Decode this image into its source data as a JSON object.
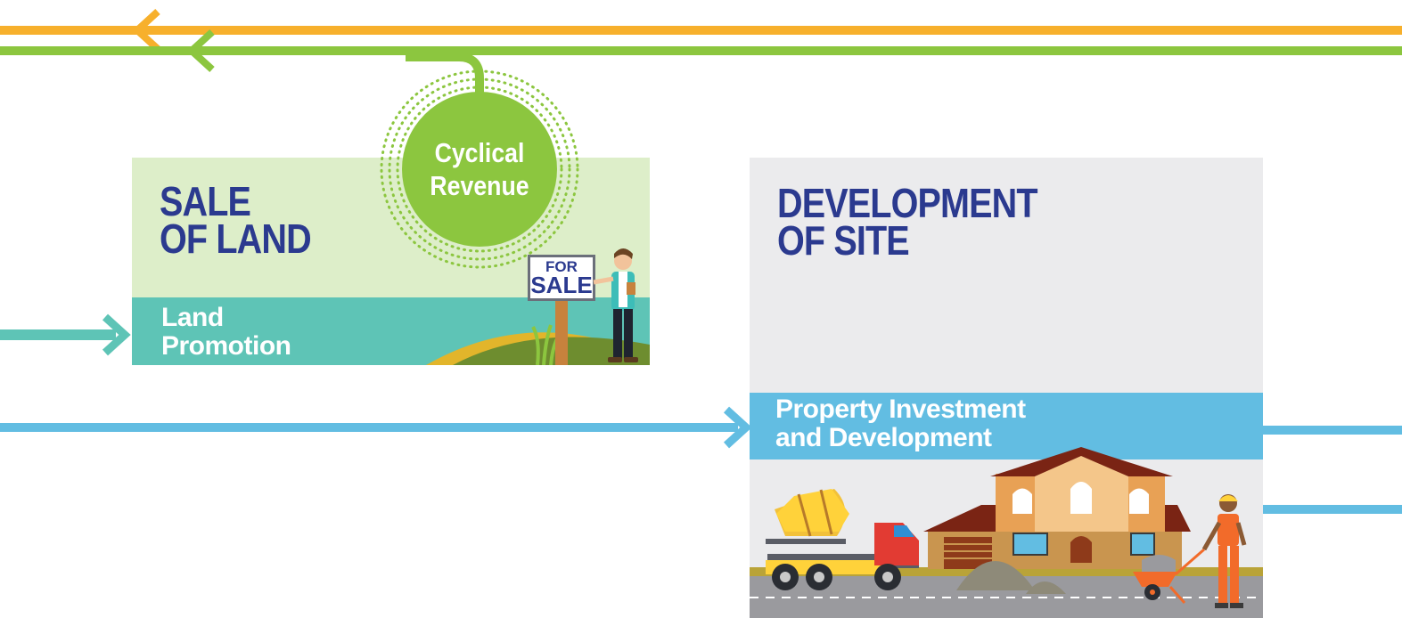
{
  "colors": {
    "orange_line": "#f7b02c",
    "green_line": "#8cc63f",
    "teal": "#5ec4b6",
    "light_green_bg": "#ddeec9",
    "blue": "#62bde2",
    "light_gray_bg": "#ebebed",
    "title_navy": "#2b3a8f"
  },
  "cycle": {
    "label": "Cyclical\nRevenue"
  },
  "sale_of_land": {
    "title": "SALE\nOF LAND",
    "band_label": "Land\nPromotion",
    "sign_top": "FOR",
    "sign_bottom": "SALE"
  },
  "development": {
    "title": "DEVELOPMENT\nOF SITE",
    "band_label": "Property Investment\nand Development"
  },
  "icons": [
    "arrow-left-icon",
    "arrow-right-icon",
    "for-sale-sign-icon",
    "realtor-person-icon",
    "cement-truck-icon",
    "house-icon",
    "construction-worker-icon",
    "wheelbarrow-icon"
  ]
}
